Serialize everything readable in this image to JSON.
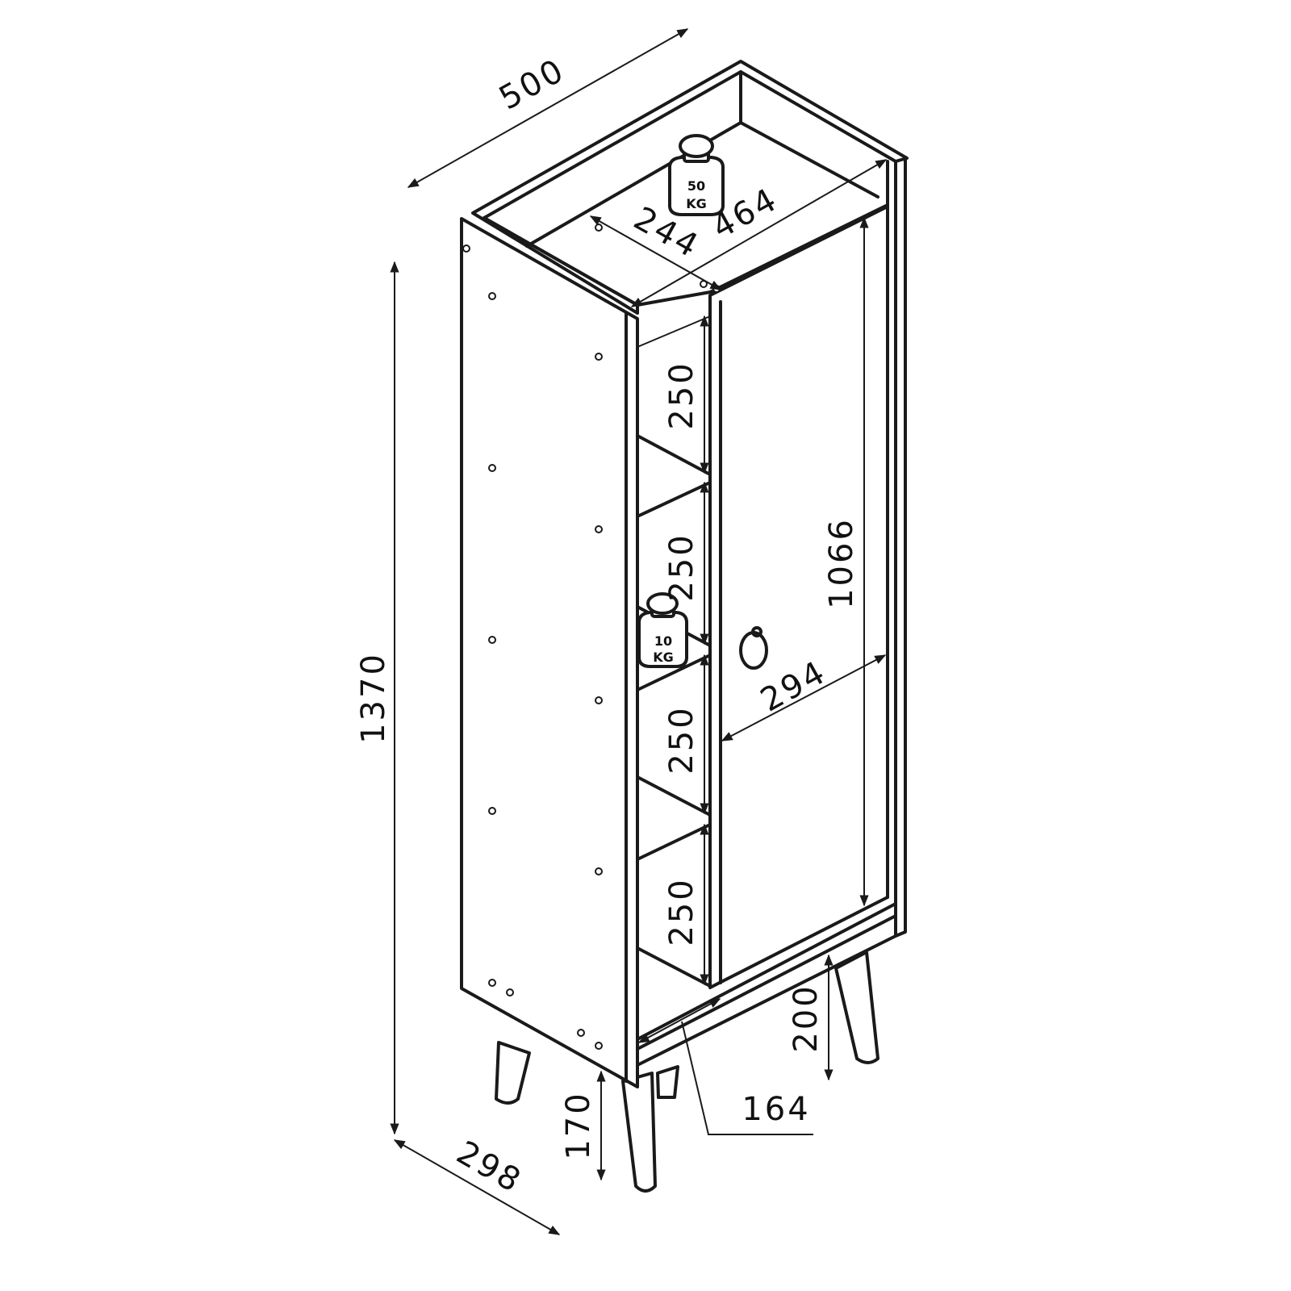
{
  "dimensions": {
    "width_total": "500",
    "width_inner": "464",
    "depth_inner": "244",
    "height_total": "1370",
    "depth_total": "298",
    "shelf_1": "250",
    "shelf_2": "250",
    "shelf_3": "250",
    "shelf_4": "250",
    "door_height": "1066",
    "door_width": "294",
    "leg_front": "170",
    "leg_back": "200",
    "leg_offset": "164"
  },
  "loads": {
    "top": {
      "line1": "50",
      "line2": "KG"
    },
    "shelf": {
      "line1": "10",
      "line2": "KG"
    }
  },
  "colors": {
    "line": "#1a1a1a",
    "panel": "#ffffff"
  }
}
